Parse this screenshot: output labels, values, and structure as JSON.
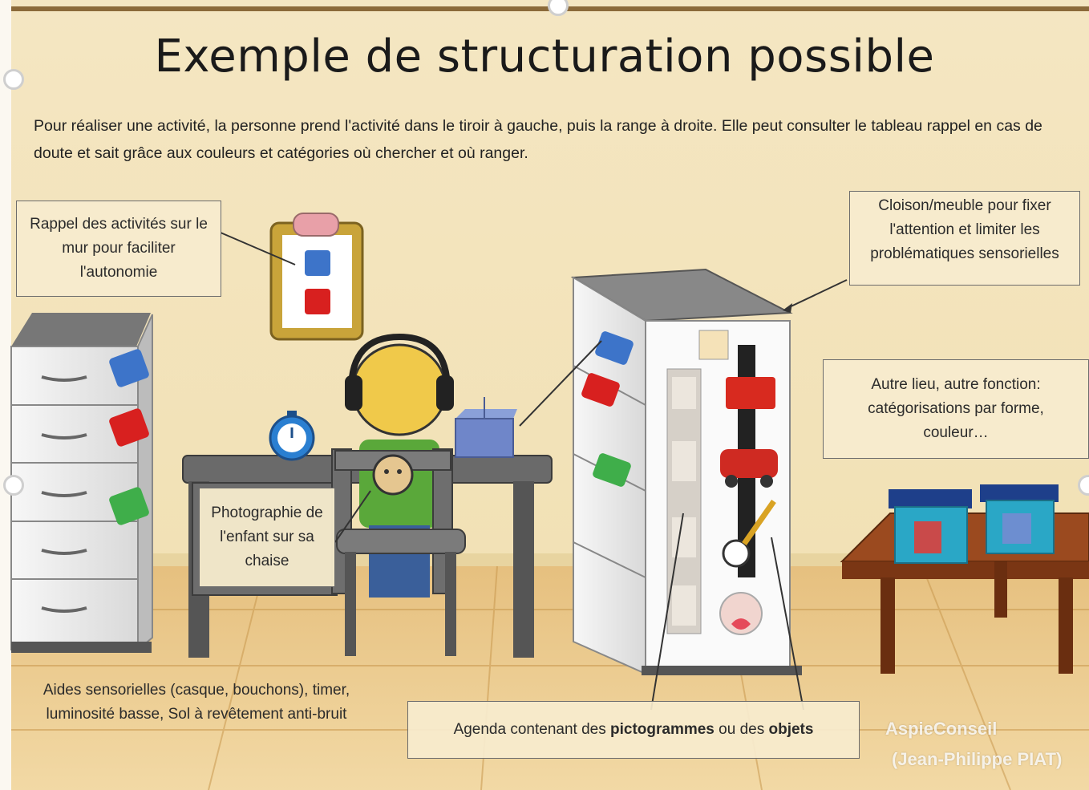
{
  "title": "Exemple de structuration possible",
  "intro": "Pour réaliser une activité, la personne prend l'activité dans le tiroir à gauche, puis la range à droite. Elle peut consulter le tableau rappel en cas de doute et sait grâce aux couleurs et catégories où  chercher et où ranger.",
  "labels": {
    "rappel": "Rappel des activités sur le mur pour faciliter l'autonomie",
    "cloison": "Cloison/meuble pour fixer l'attention et limiter les problématiques sensorielles",
    "autre_lieu": "Autre lieu, autre fonction: catégorisations par forme, couleur…",
    "photographie": "Photographie de l'enfant sur sa chaise",
    "aides": "Aides sensorielles (casque, bouchons), timer,  luminosité basse, Sol à revêtement anti-bruit",
    "agenda_prefix": "Agenda contenant des ",
    "agenda_bold1": "pictogrammes",
    "agenda_mid": " ou des ",
    "agenda_bold2": "objets"
  },
  "watermark": {
    "line1": "AspieConseil",
    "line2": "(Jean-Philippe PIAT)"
  },
  "colors": {
    "wall": "#f5e6bd",
    "floor": "#e2b872",
    "blue_card": "#3d74c9",
    "red_card": "#d8201f",
    "green_card": "#3fae4a",
    "desk": "#5a5a5a",
    "child_shirt": "#5aa83a",
    "table_wood": "#8b3a16",
    "box_teal": "#2aa7c6"
  }
}
